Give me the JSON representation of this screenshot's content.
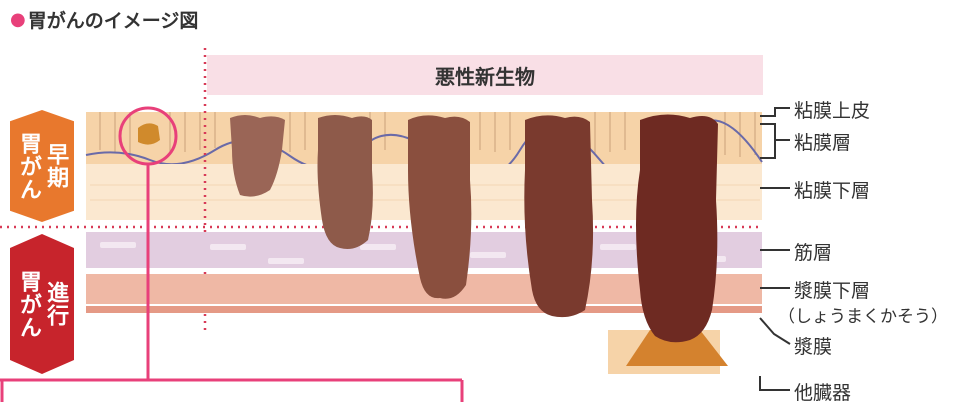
{
  "title": "胃がんのイメージ図",
  "banner": "悪性新生物",
  "stages": {
    "early": [
      "早期",
      "胃がん"
    ],
    "advanced": [
      "進行",
      "胃がん"
    ]
  },
  "layers": {
    "mucosa_epithelium": "粘膜上皮",
    "mucosa": "粘膜層",
    "submucosa": "粘膜下層",
    "muscle": "筋層",
    "subserosa": "漿膜下層",
    "subserosa_reading": "（しょうまくかそう）",
    "serosa": "漿膜",
    "other_organs": "他臓器"
  },
  "colors": {
    "accent_pink": "#e8407a",
    "early_orange": "#e8782d",
    "advanced_red": "#c7242c",
    "mucosa": "#f6d3a8",
    "submucosa": "#fbe8d0",
    "muscle": "#e2cde0",
    "subserosa": "#efb8a5",
    "tumor_1": "#9a6556",
    "tumor_2": "#8e5a4a",
    "tumor_3": "#8a4f3e",
    "tumor_4": "#7a3a2e",
    "tumor_5": "#6e2a22"
  }
}
